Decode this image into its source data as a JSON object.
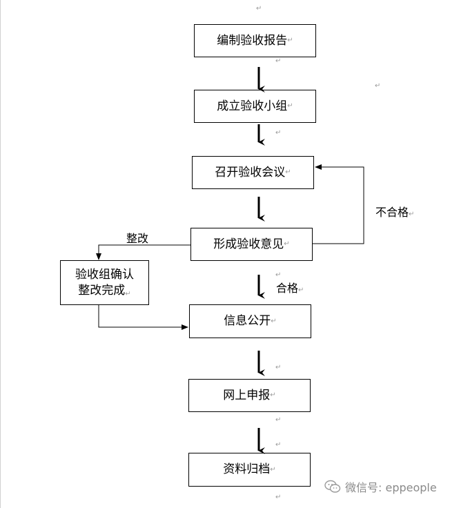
{
  "steps": {
    "compile_report": "编制验收报告",
    "form_group": "成立验收小组",
    "hold_meeting": "召开验收会议",
    "form_opinion": "形成验收意见",
    "confirm_line1": "验收组确认",
    "confirm_line2": "整改完成",
    "disclose": "信息公开",
    "online_report": "网上申报",
    "archive": "资料归档"
  },
  "labels": {
    "rectify": "整改",
    "fail": "不合格",
    "pass": "合格"
  },
  "paragraph_mark": "↵",
  "watermark": {
    "text": "微信号: eppeople",
    "icon": "wechat-icon"
  },
  "colors": {
    "line": "#000000",
    "mark": "#9a9a9a",
    "watermark": "#8a8a8a"
  }
}
